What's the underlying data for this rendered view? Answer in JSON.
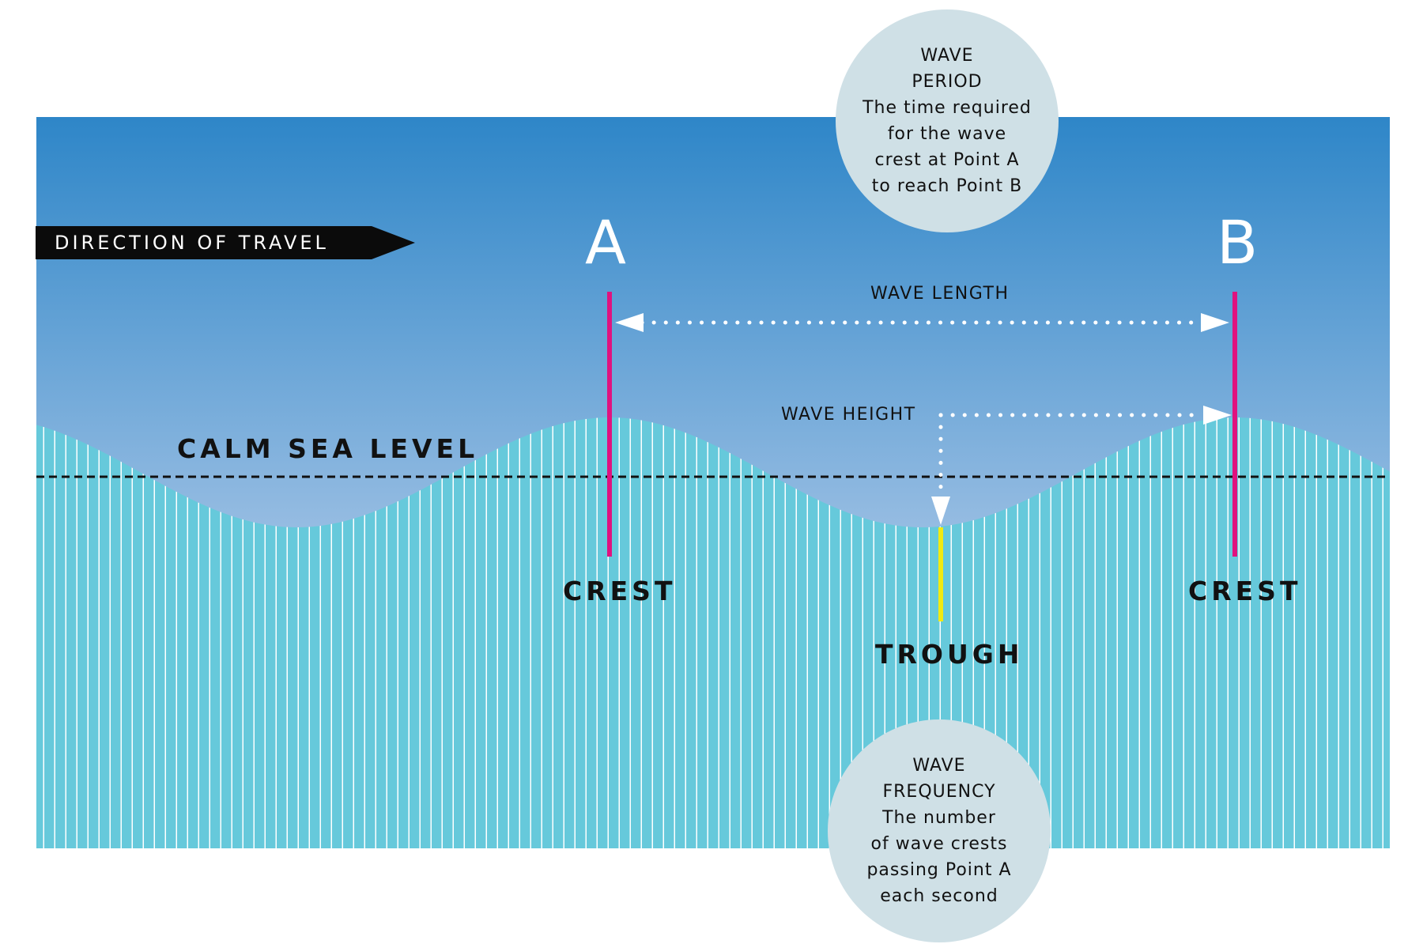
{
  "direction": {
    "label": "DIRECTION OF TRAVEL"
  },
  "labels": {
    "point_a": "A",
    "point_b": "B",
    "wave_length": "WAVE LENGTH",
    "wave_height": "WAVE HEIGHT",
    "calm_sea_level": "CALM SEA LEVEL",
    "crest_left": "CREST",
    "crest_right": "CREST",
    "trough": "TROUGH"
  },
  "wave_period": {
    "lines": [
      "WAVE",
      "PERIOD",
      "The time required",
      "for the wave",
      "crest at Point A",
      "to reach Point B"
    ]
  },
  "wave_frequency": {
    "lines": [
      "WAVE",
      "FREQUENCY",
      "The number",
      "of wave crests",
      "passing Point A",
      "each second"
    ]
  },
  "colors": {
    "sky_top": "#2e86c8",
    "sky_bottom": "#e6e6f6",
    "water": "#66c9db",
    "water_stripe": "#ffffff",
    "crest_marker": "#e0127f",
    "trough_marker": "#f2ea10",
    "calm_line": "#111111",
    "bubble": "#cfe0e6",
    "direction_banner": "#0b0b0b"
  }
}
